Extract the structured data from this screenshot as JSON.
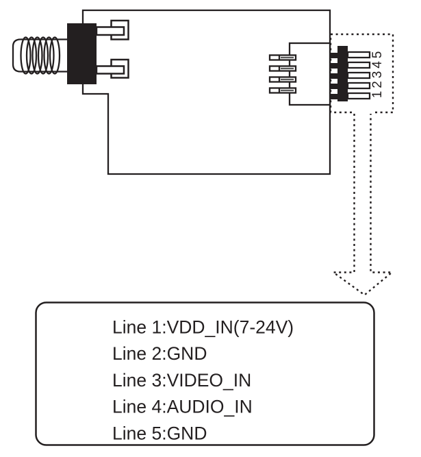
{
  "colors": {
    "ink": "#231f20",
    "paper": "#ffffff"
  },
  "connector": {
    "pin_numbers_top_to_bottom": [
      "5",
      "4",
      "3",
      "2",
      "1"
    ]
  },
  "pinout": {
    "lines": [
      "Line 1:VDD_IN(7-24V)",
      "Line 2:GND",
      "Line 3:VIDEO_IN",
      "Line 4:AUDIO_IN",
      "Line 5:GND"
    ]
  }
}
